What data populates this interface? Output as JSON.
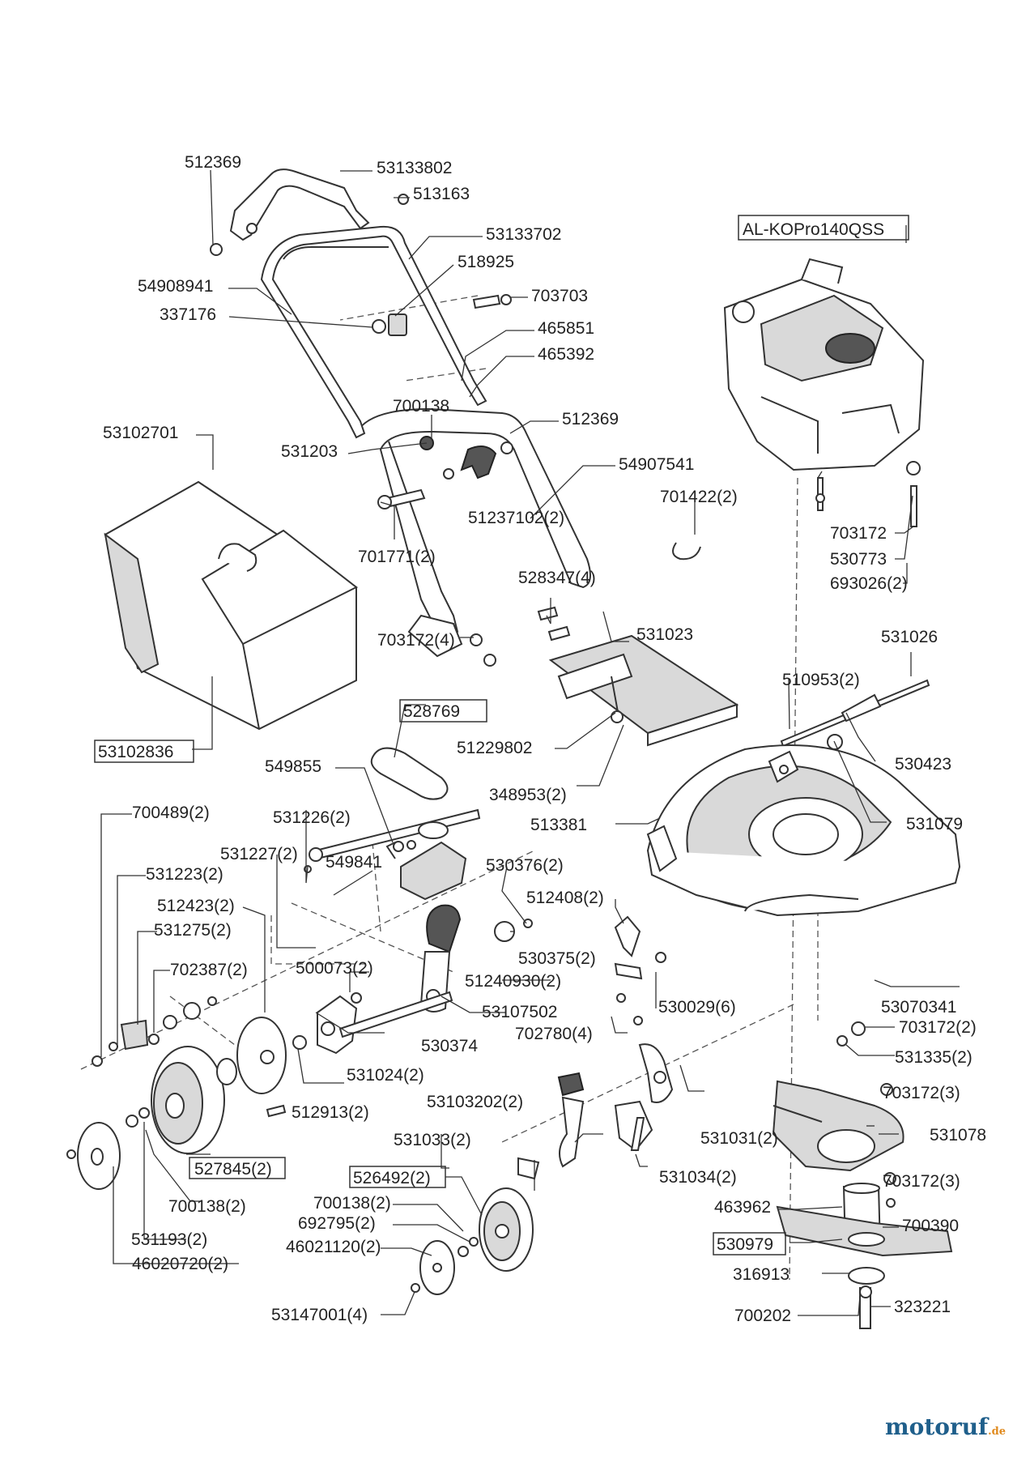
{
  "labels": {
    "l01": "512369",
    "l02": "53133802",
    "l03": "513163",
    "l04": "53133702",
    "l05": "518925",
    "l06": "54908941",
    "l07": "337176",
    "l08": "703703",
    "l09": "465851",
    "l10": "465392",
    "l11": "700138",
    "l12": "512369",
    "l13": "53102701",
    "l14": "531203",
    "l15": "54907541",
    "l16": "51237102(2)",
    "l17": "701422(2)",
    "l18": "701771(2)",
    "l19": "528347(4)",
    "l20": "703172(4)",
    "l21": "53102836",
    "l22": "528769",
    "l23": "549855",
    "l24": "531023",
    "l25": "51229802",
    "l26": "348953(2)",
    "l27": "AL-KOPro140QSS",
    "l28": "703172",
    "l29": "530773",
    "l30": "693026(2)",
    "l31": "531026",
    "l32": "510953(2)",
    "l33": "530423",
    "l34": "531079",
    "l35": "513381",
    "l36": "700489(2)",
    "l37": "531226(2)",
    "l38": "531223(2)",
    "l39": "531227(2)",
    "l40": "549841",
    "l41": "530376(2)",
    "l42": "512423(2)",
    "l43": "512408(2)",
    "l44": "531275(2)",
    "l45": "500073(2)",
    "l46": "530375(2)",
    "l47": "702387(2)",
    "l48": "51240930(2)",
    "l49": "53107502",
    "l50": "530029(6)",
    "l51": "53070341",
    "l52": "702780(4)",
    "l53": "530374",
    "l54": "703172(2)",
    "l55": "531335(2)",
    "l56": "531024(2)",
    "l57": "53103202(2)",
    "l58": "703172(3)",
    "l59": "512913(2)",
    "l60": "531031(2)",
    "l61": "531078",
    "l62": "531033(2)",
    "l63": "527845(2)",
    "l64": "526492(2)",
    "l65": "531034(2)",
    "l66": "703172(3)",
    "l67": "700138(2)",
    "l68": "700138(2)",
    "l69": "692795(2)",
    "l70": "463962",
    "l71": "700390",
    "l72": "531193(2)",
    "l73": "46021120(2)",
    "l74": "530979",
    "l75": "46020720(2)",
    "l76": "316913",
    "l77": "53147001(4)",
    "l78": "700202",
    "l79": "323221"
  },
  "watermark": {
    "main": "motoruf",
    "suffix": ".de",
    "main_color": "#1f5f8b",
    "dot_color": "#e08a1e"
  }
}
